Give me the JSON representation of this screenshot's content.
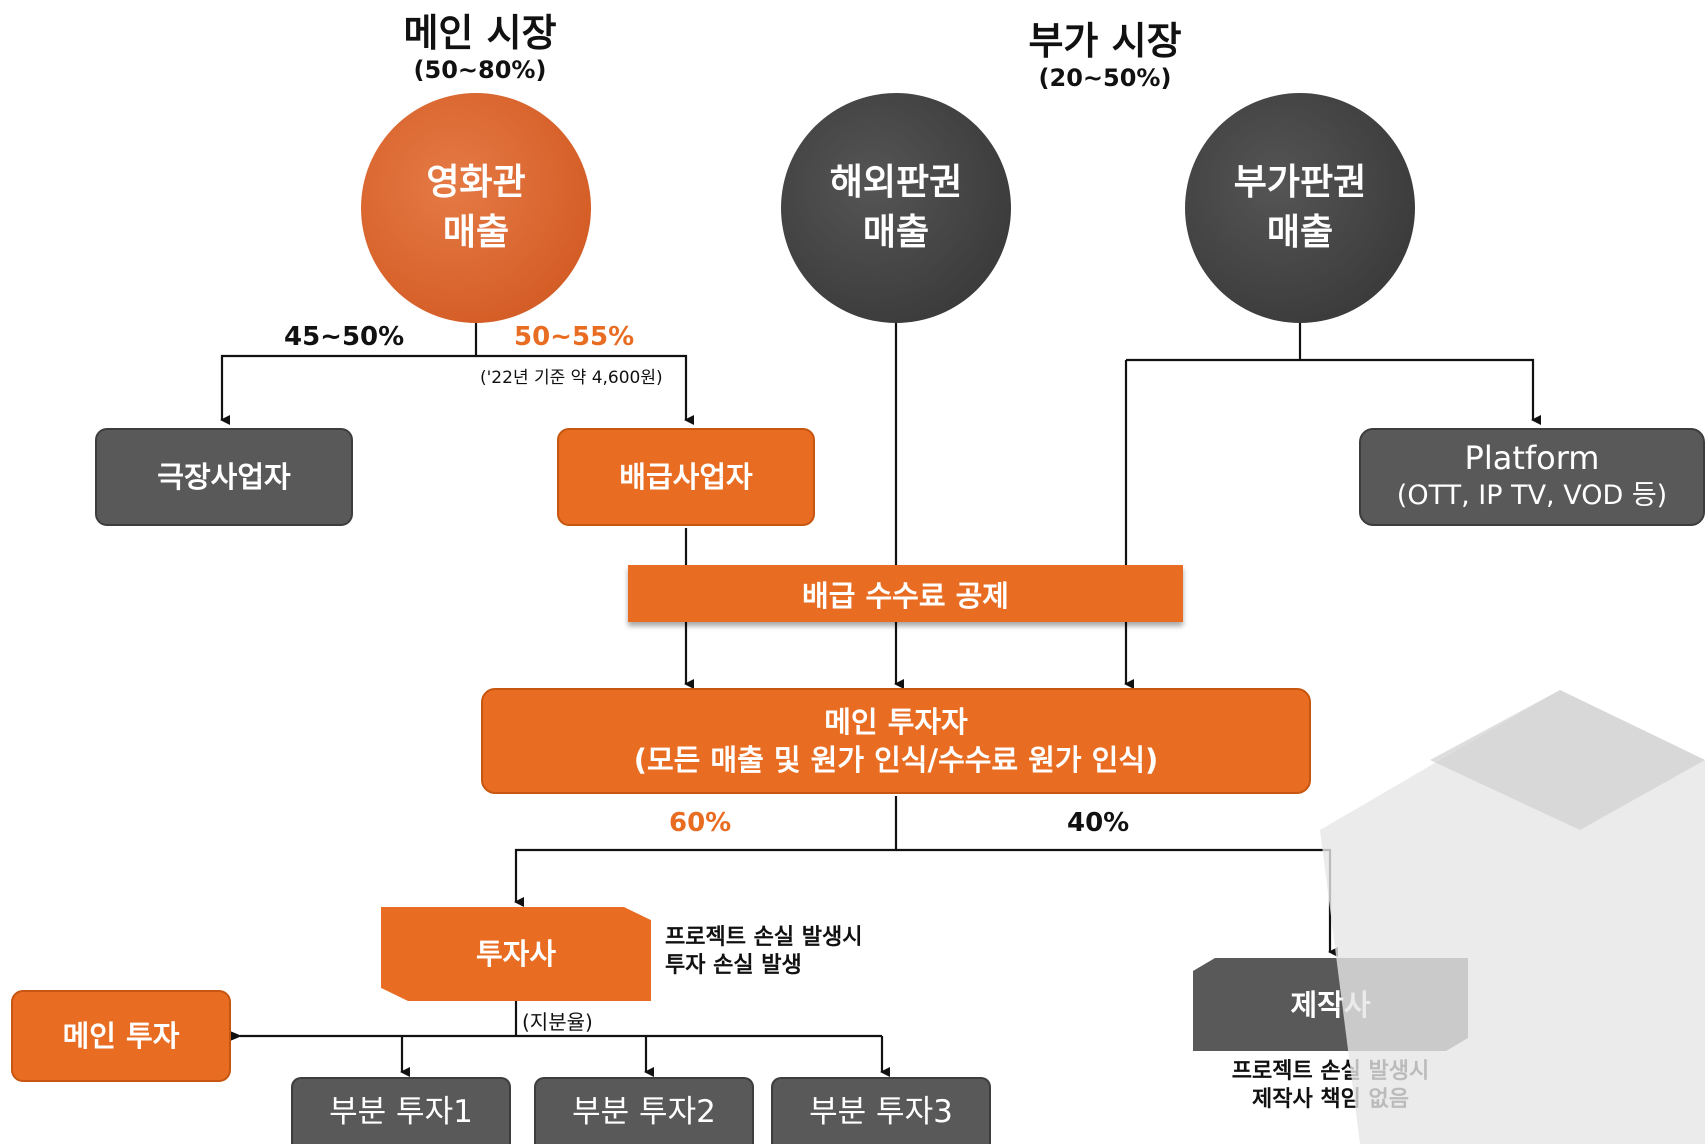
{
  "main_market": {
    "title": "메인 시장",
    "range": "(50~80%)"
  },
  "sub_market": {
    "title": "부가 시장",
    "range": "(20~50%)"
  },
  "circles": {
    "box_office": "영화관\n매출",
    "overseas": "해외판권\n매출",
    "ancillary": "부가판권\n매출"
  },
  "splits": {
    "theater_pct": "45~50%",
    "distributor_pct": "50~55%",
    "distributor_note": "('22년 기준 약 4,600원)"
  },
  "boxes": {
    "theater_operator": "극장사업자",
    "distributor": "배급사업자",
    "platform_title": "Platform",
    "platform_sub": "(OTT, IP TV, VOD 등)",
    "distribution_fee": "배급 수수료 공제",
    "main_investor_title": "메인 투자자",
    "main_investor_sub": "(모든 매출 및 원가 인식/수수료 원가 인식)",
    "investor": "투자사",
    "main_investment": "메인 투자",
    "partial1": "부분 투자1",
    "partial2": "부분 투자2",
    "partial3": "부분 투자3",
    "producer": "제작사"
  },
  "shares": {
    "investor_pct": "60%",
    "producer_pct": "40%"
  },
  "notes": {
    "investor_note_1": "프로젝트 손실 발생시",
    "investor_note_2": "투자 손실 발생",
    "equity_ratio": "(지분율)",
    "producer_note_1": "프로젝트 손실 발생시",
    "producer_note_2": "제작사 책임 없음"
  },
  "colors": {
    "accent": "#e86c22",
    "dark": "#595959"
  }
}
